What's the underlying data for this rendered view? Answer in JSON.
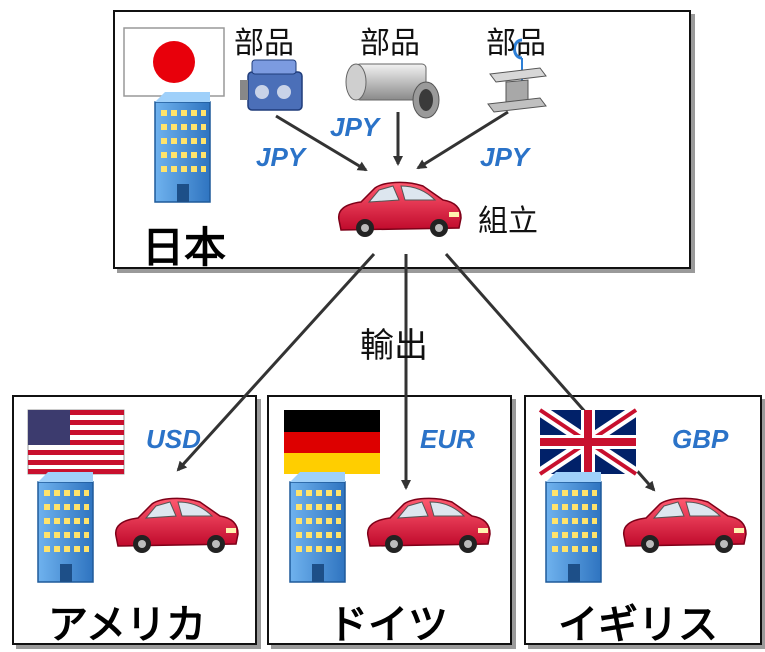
{
  "japan": {
    "name": "日本",
    "parts": [
      {
        "label": "部品",
        "currency": "JPY",
        "icon": "engine-icon"
      },
      {
        "label": "部品",
        "currency": "JPY",
        "icon": "pipe-icon"
      },
      {
        "label": "部品",
        "currency": "JPY",
        "icon": "steel-beam-icon"
      }
    ],
    "assembly_label": "組立"
  },
  "export_label": "輸出",
  "destinations": [
    {
      "name": "アメリカ",
      "currency": "USD",
      "flag": "us-flag-icon"
    },
    {
      "name": "ドイツ",
      "currency": "EUR",
      "flag": "germany-flag-icon"
    },
    {
      "name": "イギリス",
      "currency": "GBP",
      "flag": "uk-flag-icon"
    }
  ],
  "colors": {
    "currency_text": "#2b73c8",
    "car": "#e0143c",
    "building": "#3d8fd8",
    "arrow": "#333333"
  }
}
